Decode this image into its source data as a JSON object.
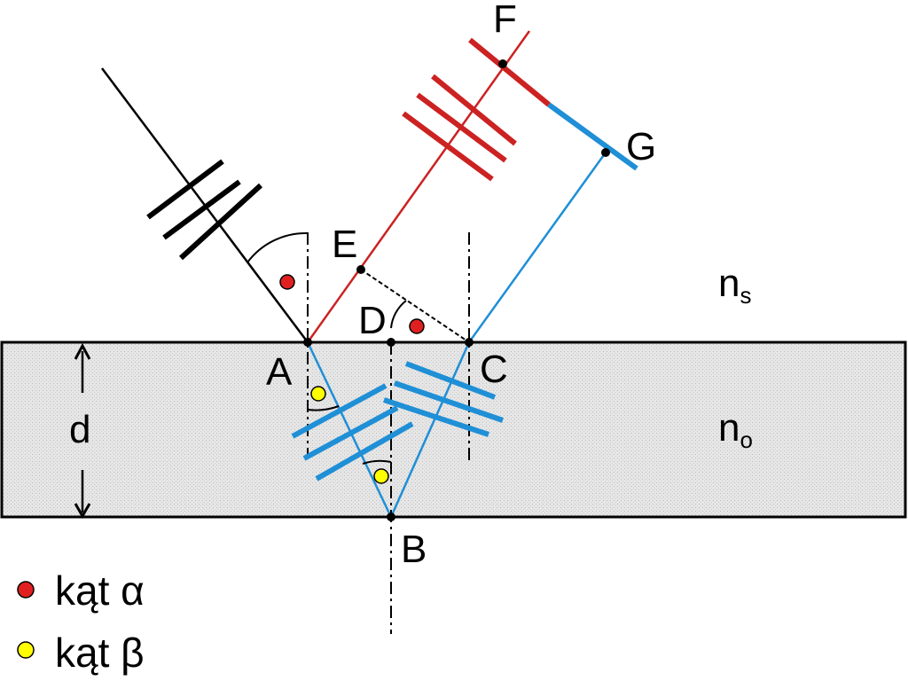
{
  "points": {
    "A": "A",
    "B": "B",
    "C": "C",
    "D": "D",
    "E": "E",
    "F": "F",
    "G": "G"
  },
  "media": {
    "outer": "n",
    "outer_sub": "s",
    "layer": "n",
    "layer_sub": "o",
    "thickness": "d"
  },
  "legend": [
    {
      "color": "#e02020",
      "label": "kąt α"
    },
    {
      "color": "#ffff00",
      "label": "kąt β"
    }
  ],
  "colors": {
    "incident": "#000000",
    "reflected": "#cc2222",
    "refracted": "#1f8fd6",
    "layer_fill": "#e0e0e0",
    "angle_alpha": "#e02020",
    "angle_beta": "#ffff00"
  },
  "icons": [
    "thickness-arrow-icon",
    "right-angle-marker"
  ]
}
